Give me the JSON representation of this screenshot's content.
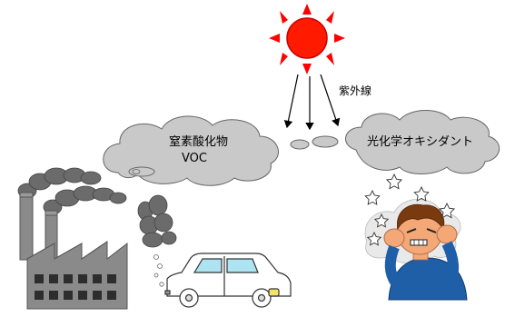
{
  "labels": {
    "uv": "紫外線",
    "pollutant_line1": "窒素酸化物",
    "pollutant_line2": "VOC",
    "oxidant": "光化学オキシダント"
  },
  "colors": {
    "sun": "#ff0000",
    "cloud_fill": "#c9c9c9",
    "smoke_fill": "#6b6b6b",
    "factory": "#8a8a8a",
    "car": "#ffffff",
    "car_window": "#aee4f2",
    "shirt": "#1f5fa8",
    "hair": "#7a3a10",
    "skin": "#f4a878"
  },
  "icons": [
    "sun-icon",
    "factory-icon",
    "car-icon",
    "person-icon",
    "star-icon"
  ]
}
